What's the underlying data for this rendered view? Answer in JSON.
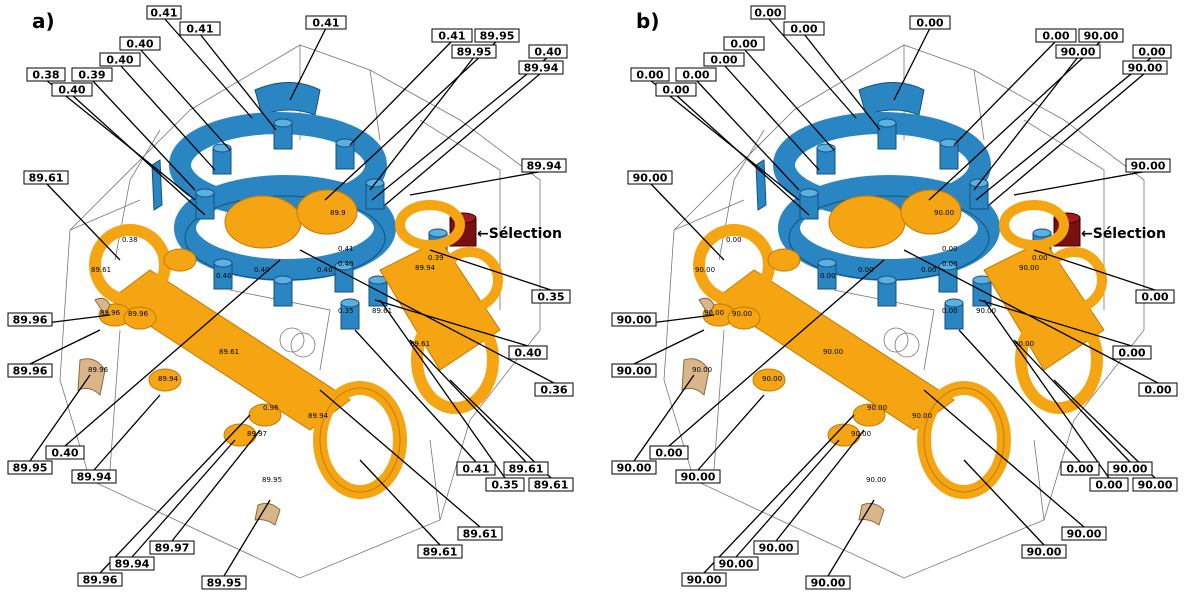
{
  "colors": {
    "orange_fill": "#f5a511",
    "orange_dark": "#c47a00",
    "blue_fill": "#2a86c2",
    "blue_dark": "#15507a",
    "selection_fill": "#7a0f12",
    "label_border": "#000000"
  },
  "panels": [
    {
      "title": "a)",
      "selection_label": "←Sélection",
      "callouts": [
        "0.41",
        "0.41",
        "0.40",
        "0.40",
        "0.39",
        "0.38",
        "0.40",
        "0.41",
        "0.41",
        "89.95",
        "89.95",
        "0.40",
        "89.94",
        "89.94",
        "89.61",
        "0.35",
        "89.96",
        "0.40",
        "89.96",
        "0.36",
        "89.95",
        "0.40",
        "89.94",
        "0.41",
        "89.61",
        "0.35",
        "89.61",
        "89.97",
        "89.94",
        "89.96",
        "89.95",
        "89.61",
        "89.61"
      ],
      "inline_values": [
        "0.38",
        "89.61",
        "89.96",
        "89.96",
        "89.96",
        "89.94",
        "89.61",
        "0.40",
        "0.40",
        "0.40",
        "0.41",
        "0.39",
        "89.94",
        "0.40",
        "0.35",
        "89.61",
        "89.61",
        "89.94",
        "89.97",
        "0.96",
        "89.95",
        "89.9"
      ]
    },
    {
      "title": "b)",
      "selection_label": "←Sélection",
      "callouts": [
        "0.00",
        "0.00",
        "0.00",
        "0.00",
        "0.00",
        "0.00",
        "0.00",
        "0.00",
        "0.00",
        "90.00",
        "90.00",
        "0.00",
        "90.00",
        "90.00",
        "90.00",
        "0.00",
        "90.00",
        "0.00",
        "90.00",
        "0.00",
        "90.00",
        "0.00",
        "90.00",
        "0.00",
        "90.00",
        "0.00",
        "90.00",
        "90.00",
        "90.00",
        "90.00",
        "90.00",
        "90.00",
        "90.00"
      ],
      "inline_values": [
        "0.00",
        "90.00",
        "90.00",
        "90.00",
        "90.00",
        "90.00",
        "90.00",
        "0.00",
        "0.00",
        "0.00",
        "0.00",
        "0.00",
        "90.00",
        "0.00",
        "0.00",
        "90.00",
        "90.00",
        "90.00",
        "90.00",
        "90.00",
        "90.00",
        "90.00"
      ]
    }
  ]
}
